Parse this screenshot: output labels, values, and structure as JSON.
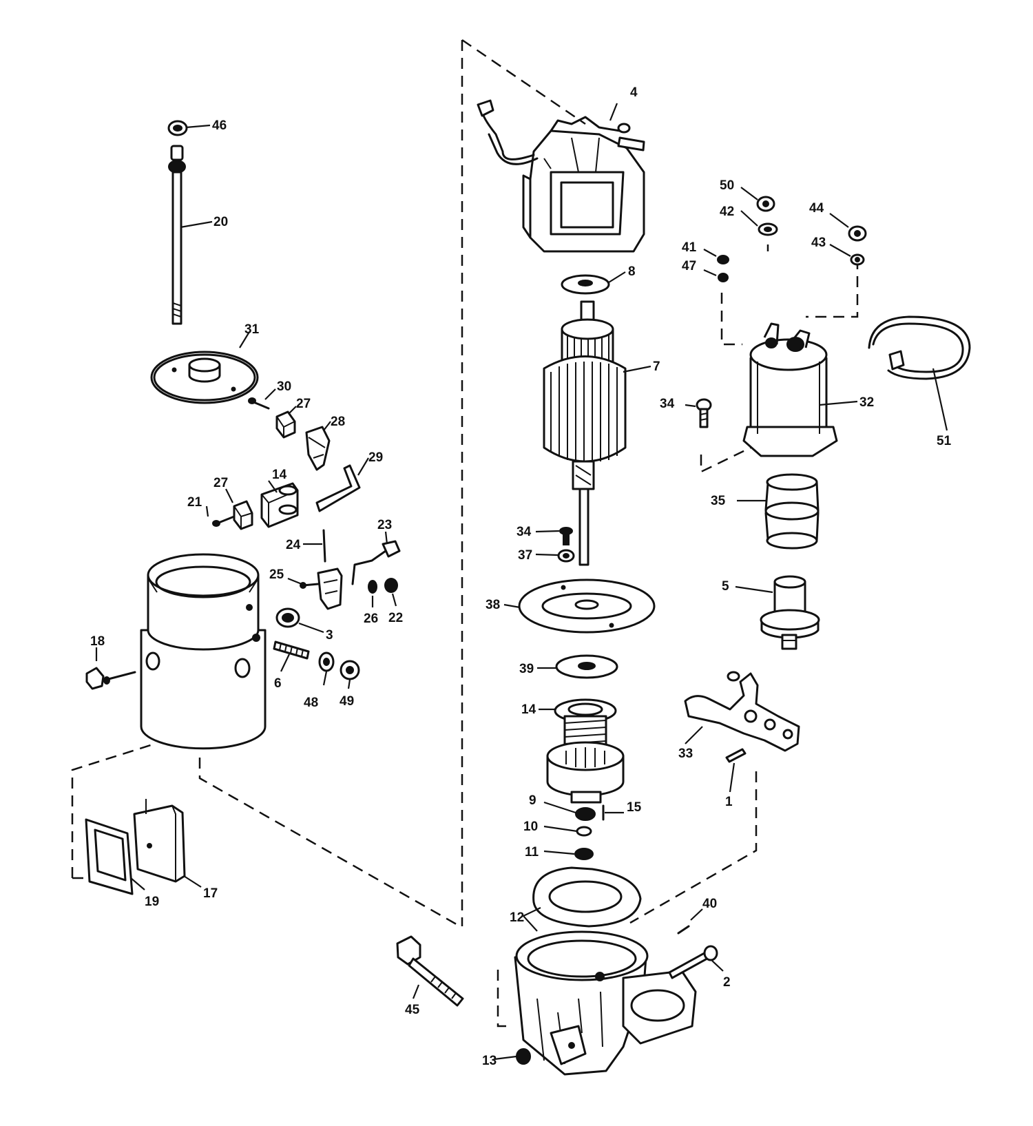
{
  "callouts": [
    {
      "id": "c1",
      "text": "1"
    },
    {
      "id": "c2",
      "text": "2"
    },
    {
      "id": "c3",
      "text": "3"
    },
    {
      "id": "c4",
      "text": "4"
    },
    {
      "id": "c5",
      "text": "5"
    },
    {
      "id": "c6",
      "text": "6"
    },
    {
      "id": "c7",
      "text": "7"
    },
    {
      "id": "c8",
      "text": "8"
    },
    {
      "id": "c9",
      "text": "9"
    },
    {
      "id": "c10",
      "text": "10"
    },
    {
      "id": "c11",
      "text": "11"
    },
    {
      "id": "c12",
      "text": "12"
    },
    {
      "id": "c13",
      "text": "13"
    },
    {
      "id": "c14a",
      "text": "14"
    },
    {
      "id": "c14b",
      "text": "14"
    },
    {
      "id": "c15",
      "text": "15"
    },
    {
      "id": "c17",
      "text": "17"
    },
    {
      "id": "c18",
      "text": "18"
    },
    {
      "id": "c19",
      "text": "19"
    },
    {
      "id": "c20",
      "text": "20"
    },
    {
      "id": "c21",
      "text": "21"
    },
    {
      "id": "c22",
      "text": "22"
    },
    {
      "id": "c23",
      "text": "23"
    },
    {
      "id": "c24",
      "text": "24"
    },
    {
      "id": "c25",
      "text": "25"
    },
    {
      "id": "c26",
      "text": "26"
    },
    {
      "id": "c27a",
      "text": "27"
    },
    {
      "id": "c27b",
      "text": "27"
    },
    {
      "id": "c28",
      "text": "28"
    },
    {
      "id": "c29",
      "text": "29"
    },
    {
      "id": "c30",
      "text": "30"
    },
    {
      "id": "c31",
      "text": "31"
    },
    {
      "id": "c32",
      "text": "32"
    },
    {
      "id": "c33",
      "text": "33"
    },
    {
      "id": "c34a",
      "text": "34"
    },
    {
      "id": "c34b",
      "text": "34"
    },
    {
      "id": "c35",
      "text": "35"
    },
    {
      "id": "c37",
      "text": "37"
    },
    {
      "id": "c38",
      "text": "38"
    },
    {
      "id": "c39",
      "text": "39"
    },
    {
      "id": "c40",
      "text": "40"
    },
    {
      "id": "c41",
      "text": "41"
    },
    {
      "id": "c42",
      "text": "42"
    },
    {
      "id": "c43",
      "text": "43"
    },
    {
      "id": "c44",
      "text": "44"
    },
    {
      "id": "c45",
      "text": "45"
    },
    {
      "id": "c46",
      "text": "46"
    },
    {
      "id": "c47",
      "text": "47"
    },
    {
      "id": "c48",
      "text": "48"
    },
    {
      "id": "c49",
      "text": "49"
    },
    {
      "id": "c50",
      "text": "50"
    },
    {
      "id": "c51",
      "text": "51"
    }
  ]
}
